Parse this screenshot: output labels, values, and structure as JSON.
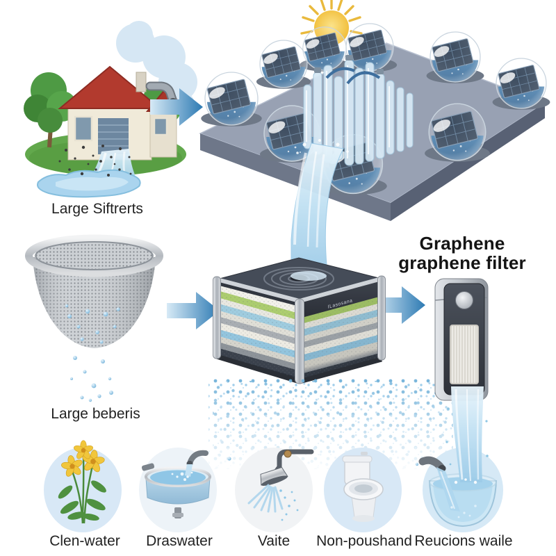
{
  "title": "Greywater recycling and graphene filtration infographic",
  "labels": {
    "source": "Large Siftrerts",
    "strainer": "Large beberis",
    "heading_line1": "Graphene",
    "heading_line2": "graphene filter",
    "filter_brand": "ILasosana",
    "uses": [
      {
        "label": "Clen-water"
      },
      {
        "label": "Draswater"
      },
      {
        "label": "Vaite"
      },
      {
        "label": "Non-poushand"
      },
      {
        "label": "Reucions waile"
      }
    ]
  },
  "icons": {
    "sun": "sun-icon",
    "cloud": "cloud-icon",
    "house": "house-icon",
    "tree": "tree-icon",
    "drain_pipe": "drain-pipe-icon",
    "flow_arrow": "flow-arrow-icon",
    "solar_dome": "solar-dome-icon",
    "glass_tubes": "glass-tubes-icon",
    "mesh_strainer": "mesh-strainer-icon",
    "filter_box": "filter-box-icon",
    "graphene_device": "graphene-filter-icon",
    "plant": "plant-icon",
    "basin": "basin-icon",
    "shower": "shower-icon",
    "toilet": "toilet-icon",
    "water_bowl": "water-bowl-icon"
  },
  "colors": {
    "arrow_blue_dark": "#2d7ab3",
    "arrow_blue_light": "#cfe5f3",
    "water_light": "#c2e1f3",
    "water_mid": "#8ec6e4",
    "roof_red": "#b23a2e",
    "grass_green": "#62a84c",
    "solar_panel_navy": "#2c3d52",
    "platform_gray": "#98a1b3",
    "filter_layer_green": "#accd6f",
    "device_dark": "#3b4049",
    "sun_yellow": "#f3c53f",
    "text_dark": "#222222"
  }
}
